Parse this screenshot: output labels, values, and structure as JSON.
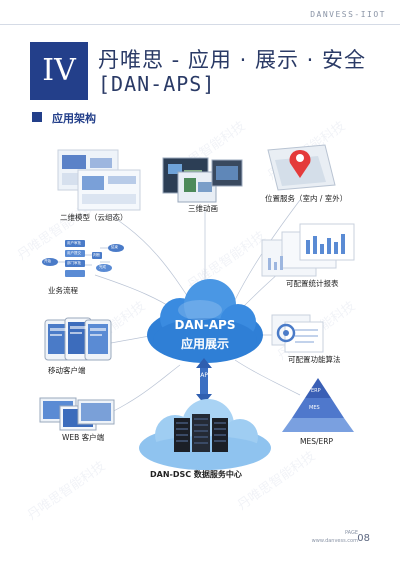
{
  "header": {
    "brand": "DANVESS-IIOT"
  },
  "title": {
    "numeral": "IV",
    "line1": "丹唯思 - 应用 · 展示 · 安全",
    "line2": "[DAN-APS]"
  },
  "section": {
    "title": "应用架构"
  },
  "center": {
    "line1": "DAN-APS",
    "line2": "应用展示"
  },
  "api": {
    "label": "API"
  },
  "bottom_center": {
    "label": "DAN-DSC 数据服务中心"
  },
  "modules": {
    "twod": "二维模型（云组态）",
    "threed": "三维动画",
    "location": "位置服务（室内 / 室外）",
    "flow": "业务流程",
    "report": "可配置统计报表",
    "mobile": "移动客户端",
    "algo": "可配置功能算法",
    "web": "WEB 客户端",
    "mes": "MES/ERP"
  },
  "pyramid": {
    "top": "ERP",
    "mid": "MES",
    "bottom": ""
  },
  "flow_nodes": [
    "开始",
    "用户审批",
    "用户提交",
    "部门审批",
    "结束",
    "判断",
    "完成"
  ],
  "watermark": "丹唯思智能科技",
  "footer": {
    "page_label": "PAGE",
    "page_no": "08",
    "site": "www.danvess.com"
  },
  "colors": {
    "primary": "#233f8a",
    "cloud": "#2f7fd6",
    "cloud_light": "#5aa6ea"
  }
}
